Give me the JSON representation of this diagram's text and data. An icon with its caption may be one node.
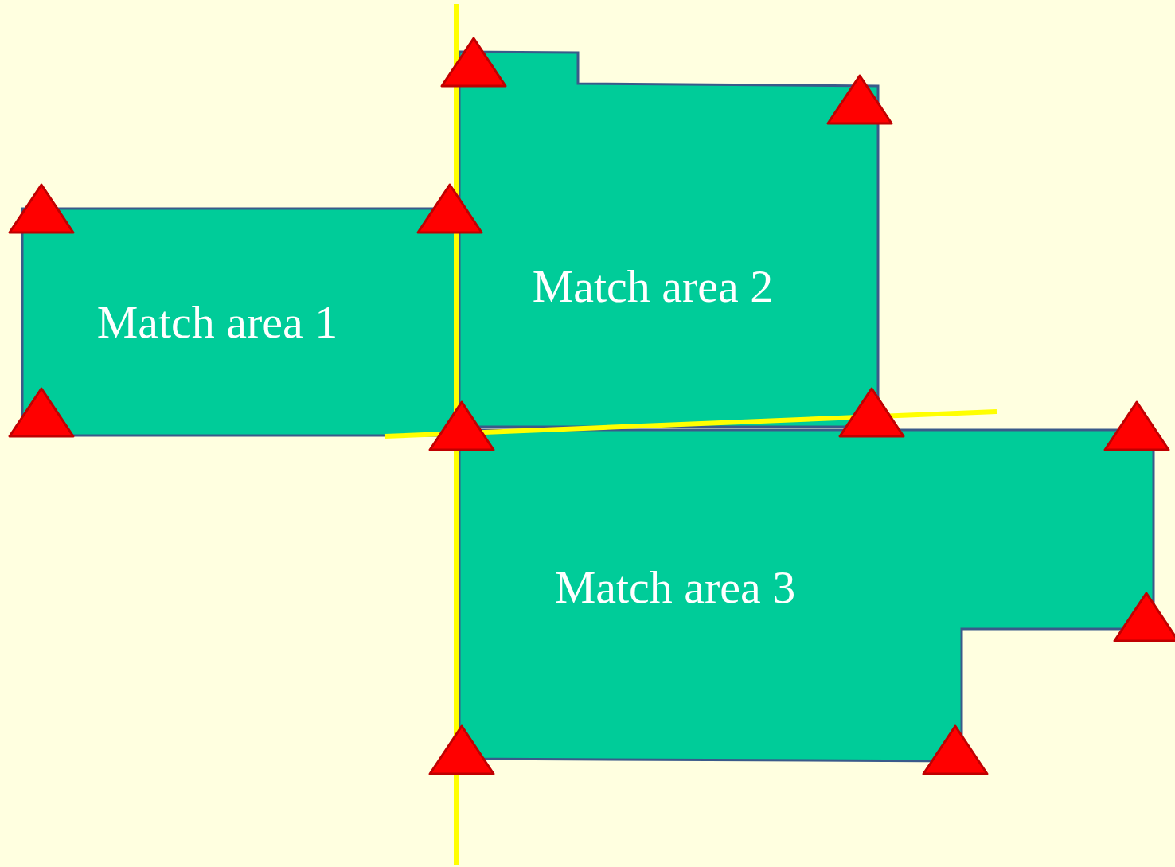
{
  "diagram": {
    "nodes": [
      {
        "text": [
          "Match area 1"
        ]
      },
      {
        "text": [
          "Match area 2"
        ]
      },
      {
        "text": [
          "Match area 3"
        ]
      }
    ]
  }
}
